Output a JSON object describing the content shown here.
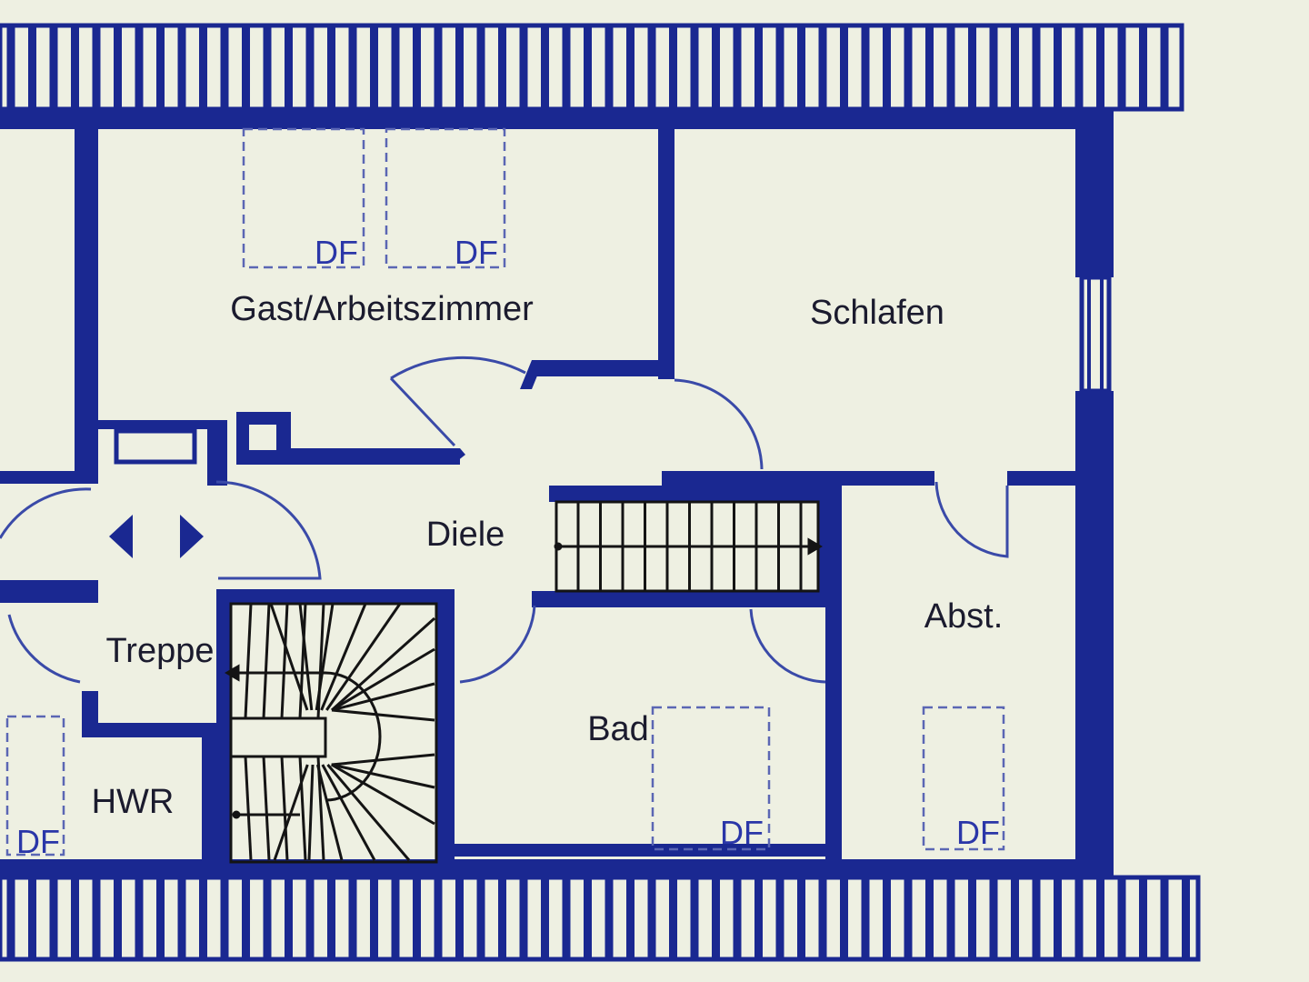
{
  "colors": {
    "wall": "#1a2891",
    "paper": "#eef0e2",
    "door_arc": "#3a4aa8",
    "dashed": "#5b66b4",
    "stair_line": "#141414"
  },
  "rooms": {
    "gast": "Gast/Arbeitszimmer",
    "schlafen": "Schlafen",
    "diele": "Diele",
    "treppe": "Treppe",
    "abst": "Abst.",
    "bad": "Bad",
    "hwr": "HWR"
  },
  "skylights": {
    "label": "DF",
    "gast_left": "DF",
    "gast_right": "DF",
    "bad": "DF",
    "abst": "DF",
    "hwr": "DF"
  }
}
